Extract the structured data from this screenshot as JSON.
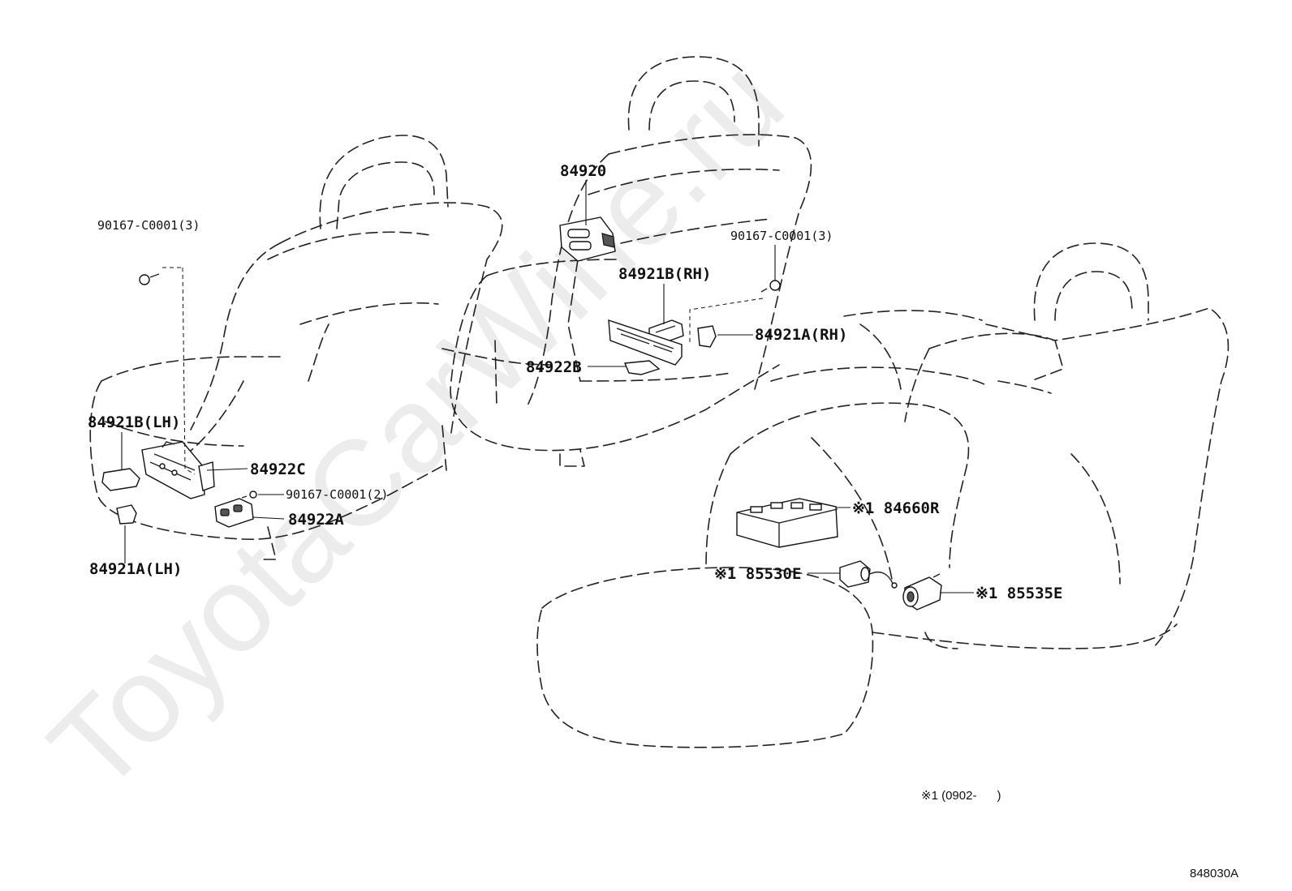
{
  "watermark": "ToyotaCarWine.ru",
  "labels": {
    "p84920": "84920",
    "p90167_lh_top": "90167-C0001(3)",
    "p90167_rh_top": "90167-C0001(3)",
    "p84921b_rh": "84921B(RH)",
    "p84921a_rh": "84921A(RH)",
    "p84922b": "84922B",
    "p84921b_lh": "84921B(LH)",
    "p84922c": "84922C",
    "p90167_mid": "90167-C0001(2)",
    "p84922a": "84922A",
    "p84921a_lh": "84921A(LH)",
    "p84660r": "※1 84660R",
    "p85530e": "※1 85530E",
    "p85535e": "※1 85535E"
  },
  "footnote": "※1 (0902-      )",
  "diagram_code": "848030A"
}
